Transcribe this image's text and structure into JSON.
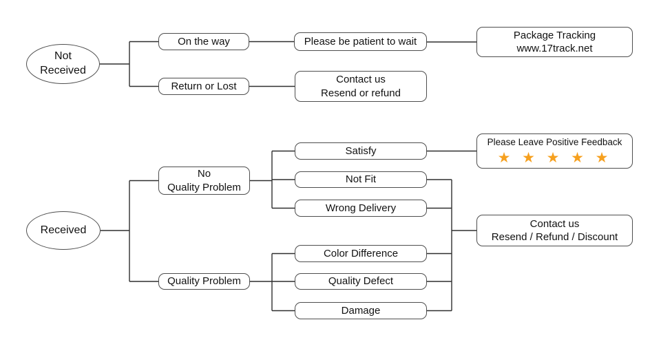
{
  "nodes": {
    "not_received": {
      "line1": "Not",
      "line2": "Received"
    },
    "on_the_way": {
      "label": "On the way"
    },
    "return_or_lost": {
      "label": "Return or Lost"
    },
    "please_be_patient": {
      "label": "Please be patient to wait"
    },
    "package_tracking": {
      "line1": "Package Tracking",
      "line2": "www.17track.net"
    },
    "contact_resend_refund": {
      "line1": "Contact us",
      "line2": "Resend or refund"
    },
    "received": {
      "label": "Received"
    },
    "no_quality_problem": {
      "line1": "No",
      "line2": "Quality Problem"
    },
    "quality_problem": {
      "label": "Quality Problem"
    },
    "satisfy": {
      "label": "Satisfy"
    },
    "not_fit": {
      "label": "Not Fit"
    },
    "wrong_delivery": {
      "label": "Wrong Delivery"
    },
    "color_difference": {
      "label": "Color Difference"
    },
    "quality_defect": {
      "label": "Quality Defect"
    },
    "damage": {
      "label": "Damage"
    },
    "positive_feedback": {
      "label": "Please Leave Positive Feedback",
      "stars": "★ ★ ★ ★ ★",
      "star_count": 5
    },
    "contact_resend_refund_discount": {
      "line1": "Contact us",
      "line2": "Resend / Refund / Discount"
    }
  },
  "colors": {
    "star": "#f6a01e",
    "connector_line": "#2e2e2e",
    "box_border": "#4d4d4d",
    "text": "#111111",
    "background": "#ffffff"
  }
}
